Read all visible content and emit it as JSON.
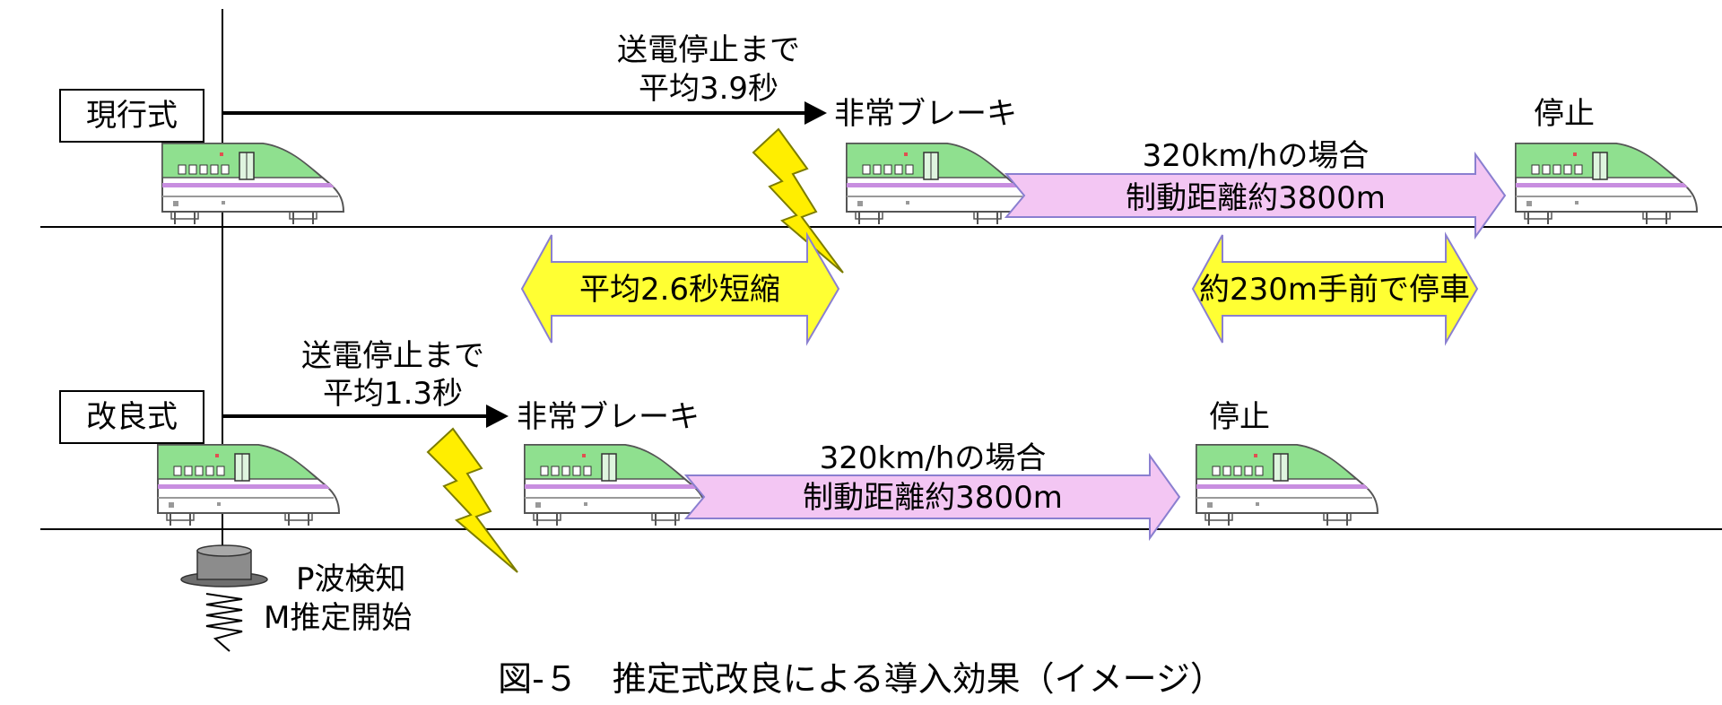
{
  "current": {
    "label": "現行式",
    "cut_line1": "送電停止まで",
    "cut_line2": "平均3.9秒",
    "brake": "非常ブレーキ",
    "stop": "停止",
    "decel_line1": "320km/hの場合",
    "decel_line2": "制動距離約3800m"
  },
  "improved": {
    "label": "改良式",
    "cut_line1": "送電停止まで",
    "cut_line2": "平均1.3秒",
    "brake": "非常ブレーキ",
    "stop": "停止",
    "decel_line1": "320km/hの場合",
    "decel_line2": "制動距離約3800m"
  },
  "comparison": {
    "time_saved": "平均2.6秒短縮",
    "distance_saved": "約230m手前で停車"
  },
  "detection": {
    "line1": "P波検知",
    "line2": "M推定開始"
  },
  "caption": "図-５　推定式改良による導入効果（イメージ）",
  "colors": {
    "train_green": "#8fe08f",
    "train_window": "#5fc85f",
    "train_stripe": "#c88ee0",
    "train_body": "#ffffff",
    "pink_arrow": "#f3c6f3",
    "pink_arrow_stroke": "#8a7fd0",
    "yellow_arrow": "#ffff33",
    "yellow_arrow_stroke": "#8a7fd0",
    "bolt": "#ffee00",
    "bolt_stroke": "#7c7c00",
    "seismometer": "#8c8c8c"
  },
  "icons": [
    "train-icon",
    "lightning-bolt-icon",
    "seismometer-icon",
    "seismic-wave-icon"
  ]
}
